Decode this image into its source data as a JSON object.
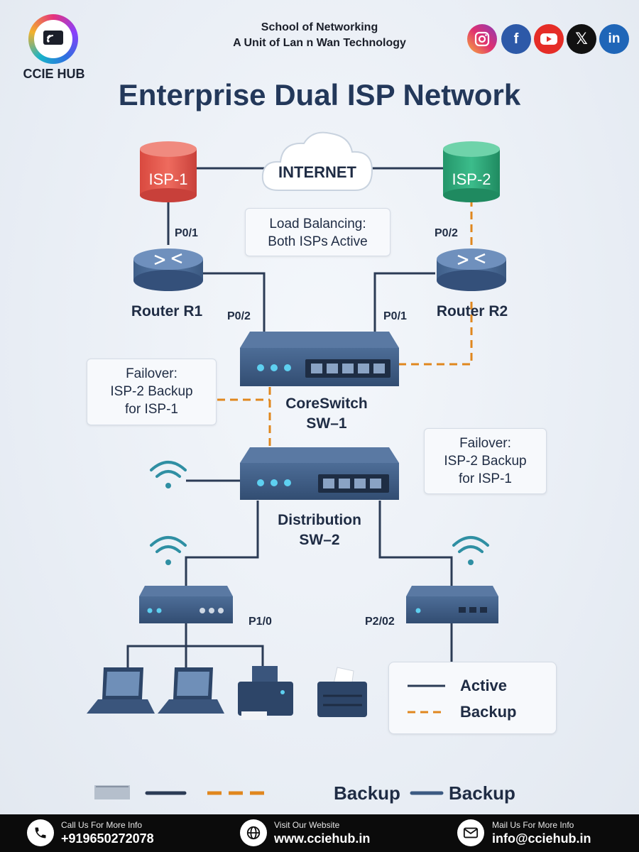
{
  "header": {
    "brand": "CCIE HUB",
    "line1": "School of Networking",
    "line2": "A Unit of Lan n Wan Technology",
    "social": [
      {
        "icon": "instagram-icon",
        "color": "#d6297a"
      },
      {
        "icon": "facebook-icon",
        "color": "#2d59a8",
        "glyph": "f"
      },
      {
        "icon": "youtube-icon",
        "color": "#e52d27"
      },
      {
        "icon": "x-icon",
        "color": "#111111",
        "glyph": "𝕏"
      },
      {
        "icon": "linkedin-icon",
        "color": "#1f66b8",
        "glyph": "in"
      }
    ]
  },
  "title": "Enterprise Dual ISP Network",
  "diagram": {
    "isp1": "ISP-1",
    "isp2": "ISP-2",
    "internet": "INTERNET",
    "load_balancing": [
      "Load Balancing:",
      "Both ISPs Active"
    ],
    "ports": {
      "r1_p01": "P0/1",
      "r1_p02": "P0/2",
      "r2_p02": "P0/2",
      "r2_p01": "P0/1",
      "p10": "P1/0",
      "p202": "P2/02"
    },
    "router_r1": "Router R1",
    "router_r2": "Router R2",
    "core_switch": [
      "CoreSwitch",
      "SW–1"
    ],
    "distribution_switch": [
      "Distribution",
      "SW–2"
    ],
    "failover_left": [
      "Failover:",
      "ISP-2 Backup",
      "for ISP-1"
    ],
    "failover_right": [
      "Failover:",
      "ISP-2 Backup",
      "for ISP-1"
    ]
  },
  "legend": {
    "active": "Active",
    "backup": "Backup"
  },
  "bottom_legend": [
    "Backup",
    "Backup"
  ],
  "colors": {
    "active_line": "#2b3b55",
    "backup_line": "#e0871e",
    "isp1": "#e2574c",
    "isp2": "#2fa878",
    "device": "#3c5a82"
  },
  "footer": {
    "call_label": "Call Us For More Info",
    "call_value": "+919650272078",
    "web_label": "Visit Our Website",
    "web_value": "www.cciehub.in",
    "mail_label": "Mail Us For More Info",
    "mail_value": "info@cciehub.in"
  }
}
